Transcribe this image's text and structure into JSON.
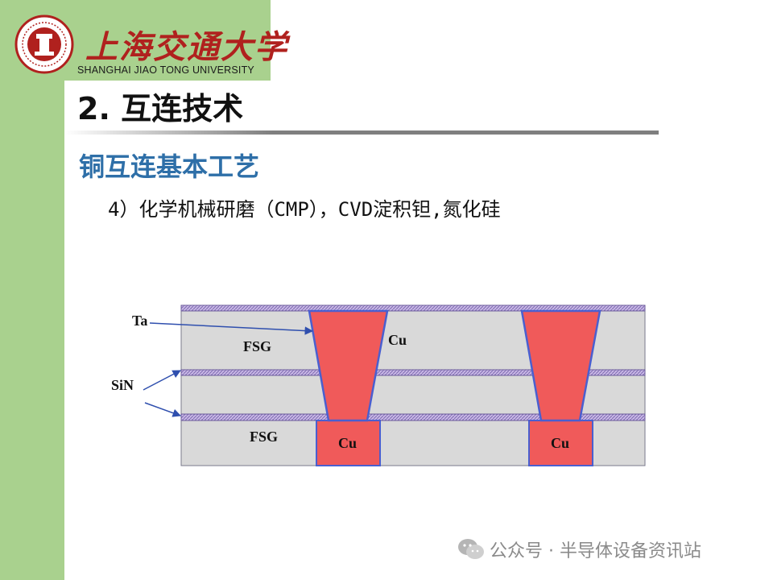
{
  "header": {
    "university_cn": "上海交通大学",
    "university_en": "SHANGHAI JIAO TONG UNIVERSITY",
    "seal_icon": "university-seal-icon"
  },
  "slide": {
    "title": "2. 互连技术",
    "subtitle": "铜互连基本工艺",
    "step": "4）化学机械研磨（CMP），CVD淀积钽,氮化硅"
  },
  "diagram": {
    "labels": {
      "ta": "Ta",
      "sin": "SiN",
      "fsg_top": "FSG",
      "fsg_bottom": "FSG",
      "cu_upper": "Cu",
      "cu_lower_left": "Cu",
      "cu_lower_right": "Cu"
    },
    "colors": {
      "fsg": "#d9d9d9",
      "sin": "#b8a6d9",
      "copper": "#f05a5a",
      "barrier": "#4a5fd0",
      "outline": "#7a7a8c"
    }
  },
  "watermark": {
    "text": "公众号 · 半导体设备资讯站",
    "icon": "wechat-icon"
  }
}
